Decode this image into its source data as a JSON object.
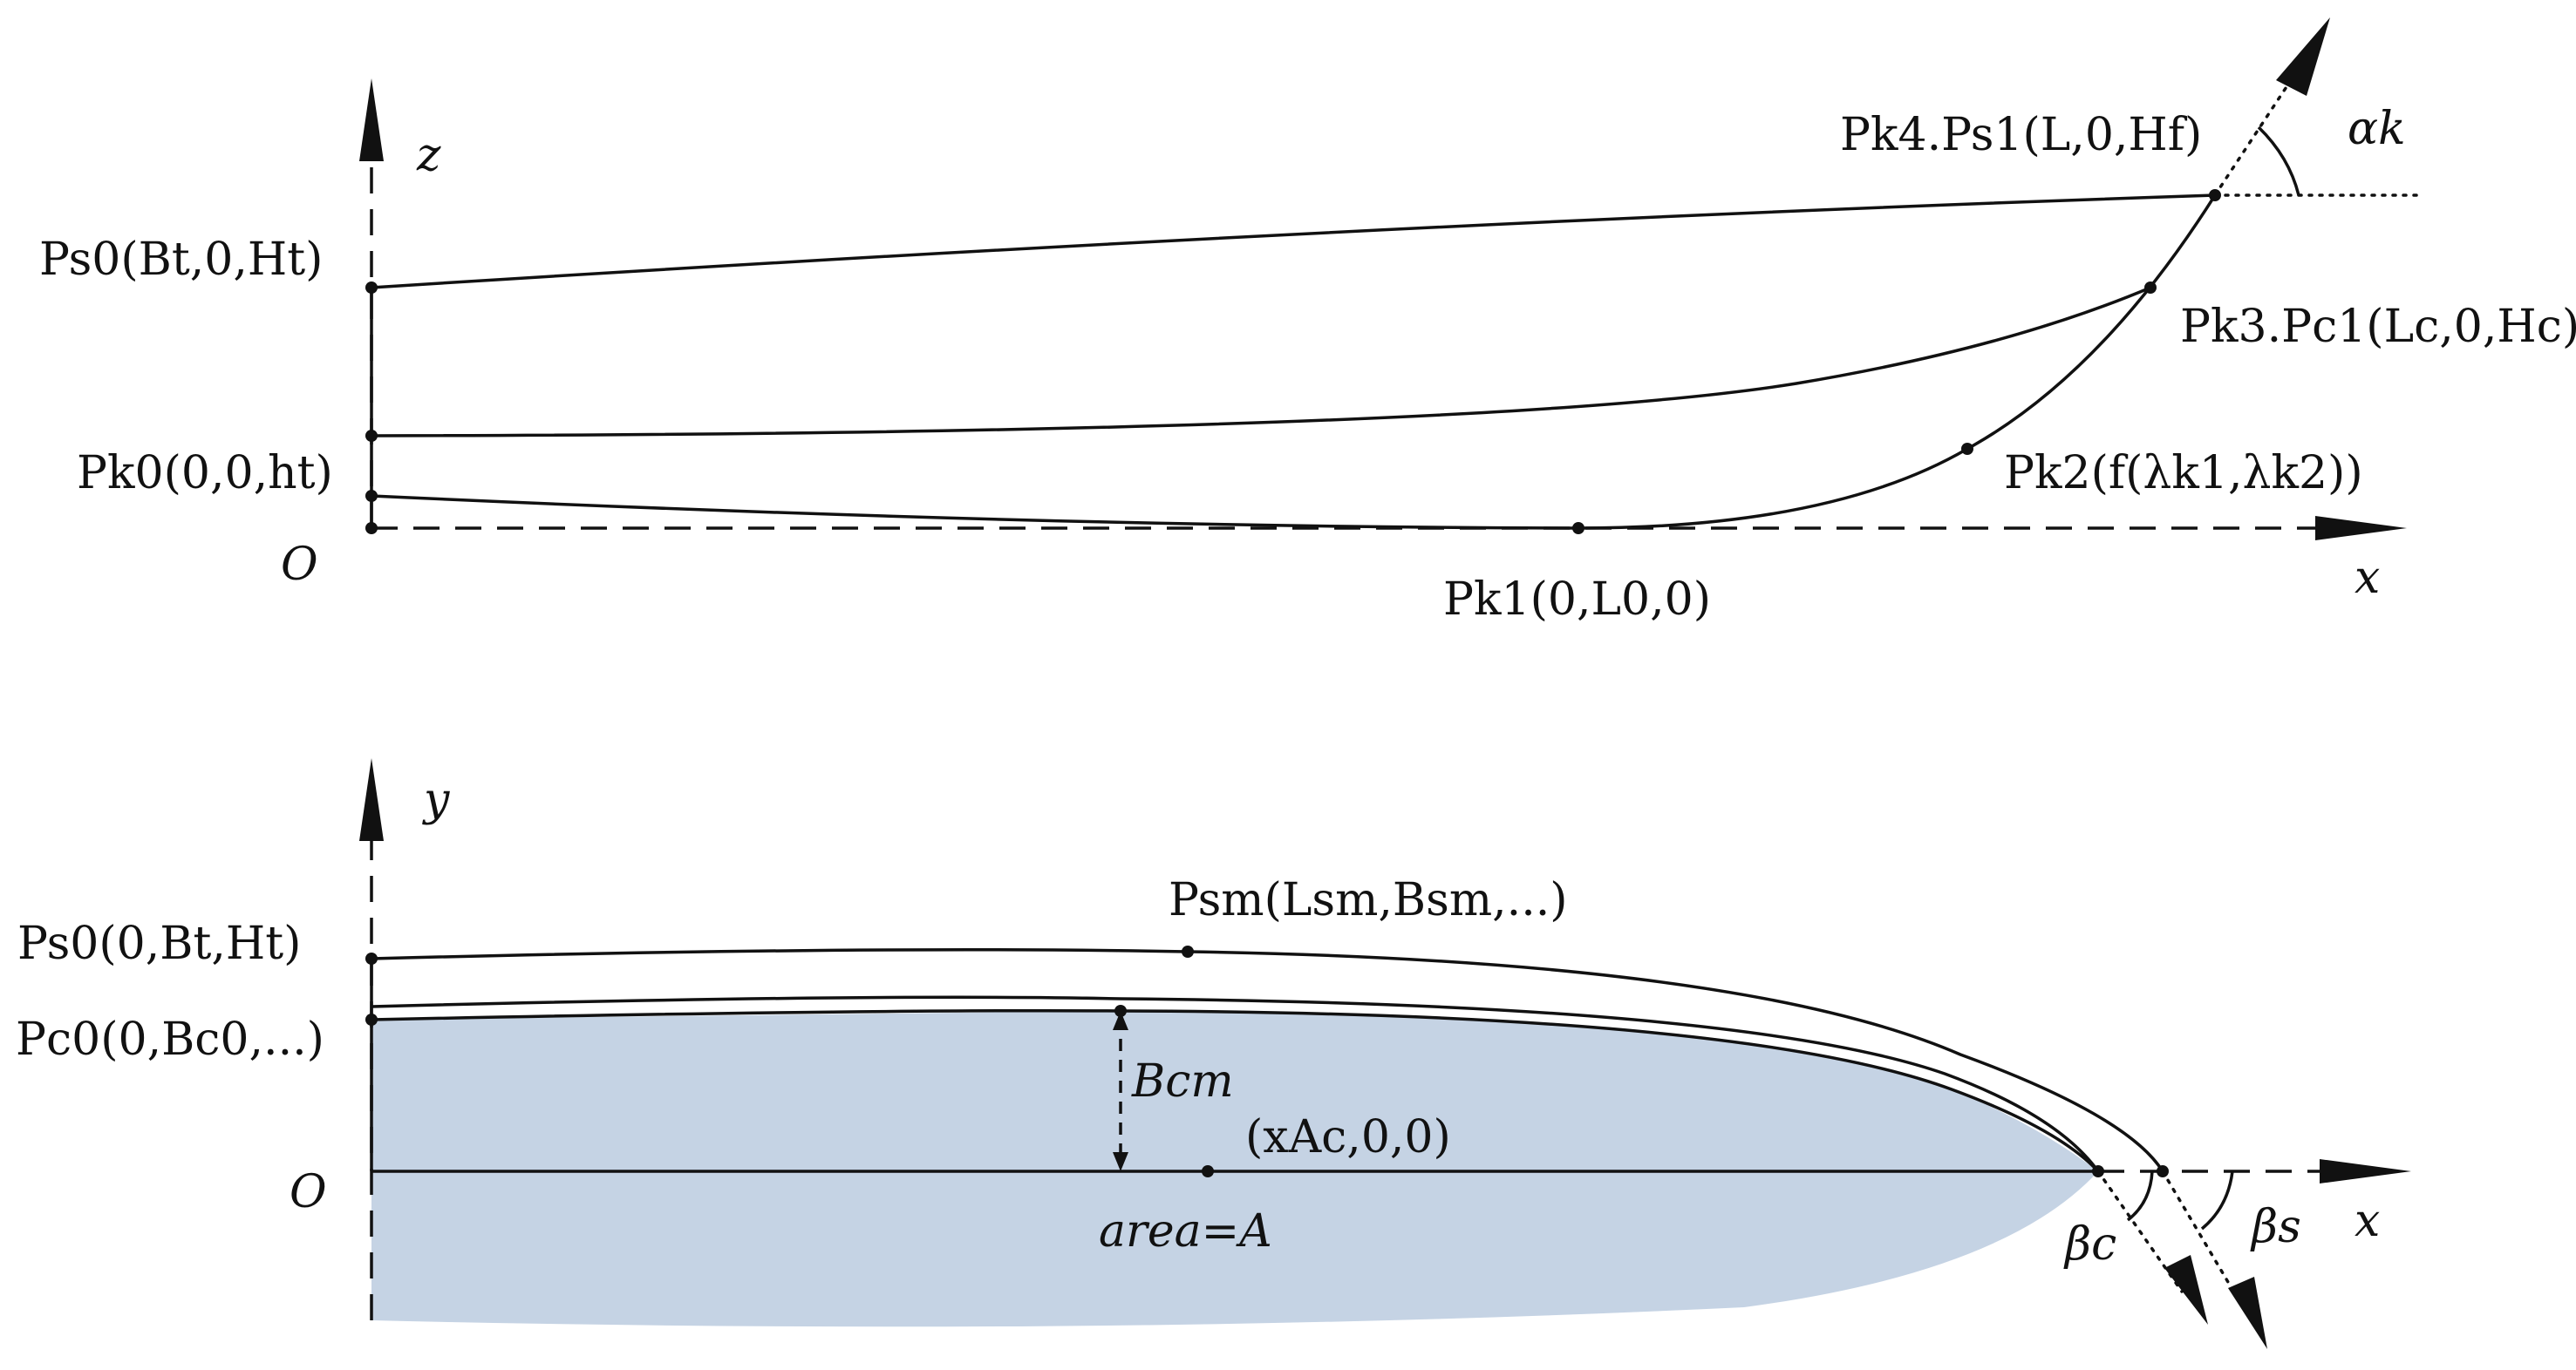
{
  "top_view": {
    "axis_x": "x",
    "axis_z": "z",
    "origin": "O",
    "labels": {
      "ps0": "Ps0(Bt,0,Ht)",
      "pk0": "Pk0(0,0,ht)",
      "pk1": "Pk1(0,L0,0)",
      "pk2": "Pk2(f(λk1,λk2))",
      "pk3": "Pk3.Pc1(Lc,0,Hc)",
      "pk4": "Pk4.Ps1(L,0,Hf)",
      "alpha": "αk"
    }
  },
  "bottom_view": {
    "axis_x": "x",
    "axis_y": "y",
    "origin": "O",
    "labels": {
      "ps0": "Ps0(0,Bt,Ht)",
      "pc0": "Pc0(0,Bc0,...)",
      "psm": "Psm(Lsm,Bsm,...)",
      "bcm": "Bcm",
      "xac": "(xAc,0,0)",
      "area": "area=A",
      "beta_c": "βc",
      "beta_s": "βs"
    }
  },
  "colors": {
    "line": "#111111",
    "fill_area": "#c5d3e4"
  }
}
